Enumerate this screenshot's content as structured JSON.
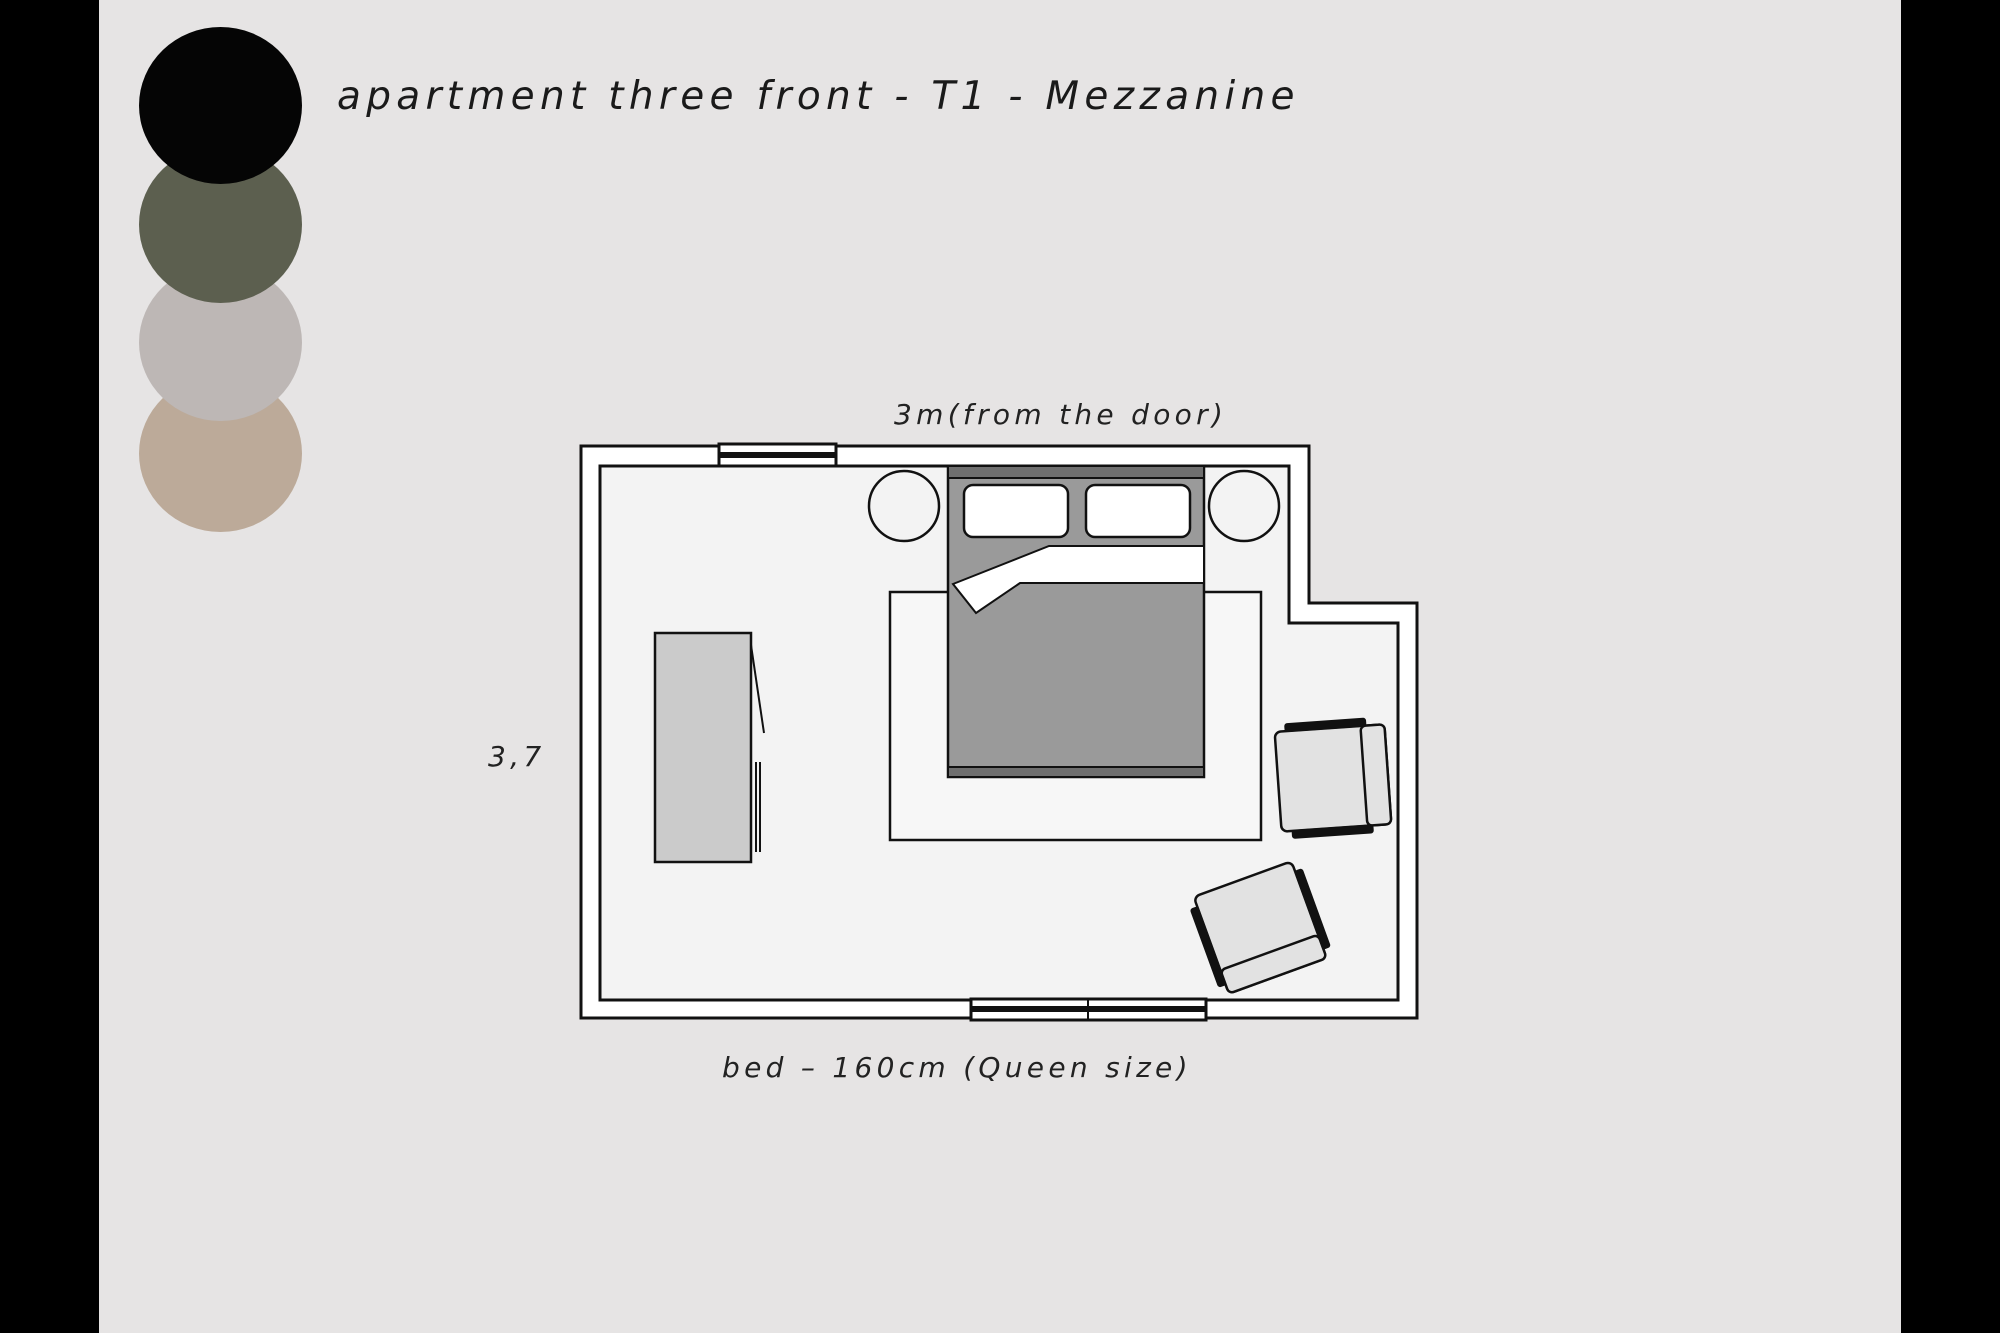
{
  "title": "apartment three front - T1 - Mezzanine",
  "palette": [
    {
      "name": "black",
      "color": "#050505"
    },
    {
      "name": "olive-green",
      "color": "#5c5f4f"
    },
    {
      "name": "light-greige",
      "color": "#bdb7b5"
    },
    {
      "name": "beige",
      "color": "#bcaa99"
    }
  ],
  "dimensions": {
    "top": "3m(from the door)",
    "left": "3,7",
    "bottom": "bed – 160cm (Queen size)"
  },
  "colors": {
    "background": "#e6e4e4",
    "floor": "#f3f3f3",
    "rug": "#f7f7f7",
    "bed": "#9a9a9a",
    "wardrobe": "#cbcbcb",
    "armchair": "#e2e2e2"
  }
}
